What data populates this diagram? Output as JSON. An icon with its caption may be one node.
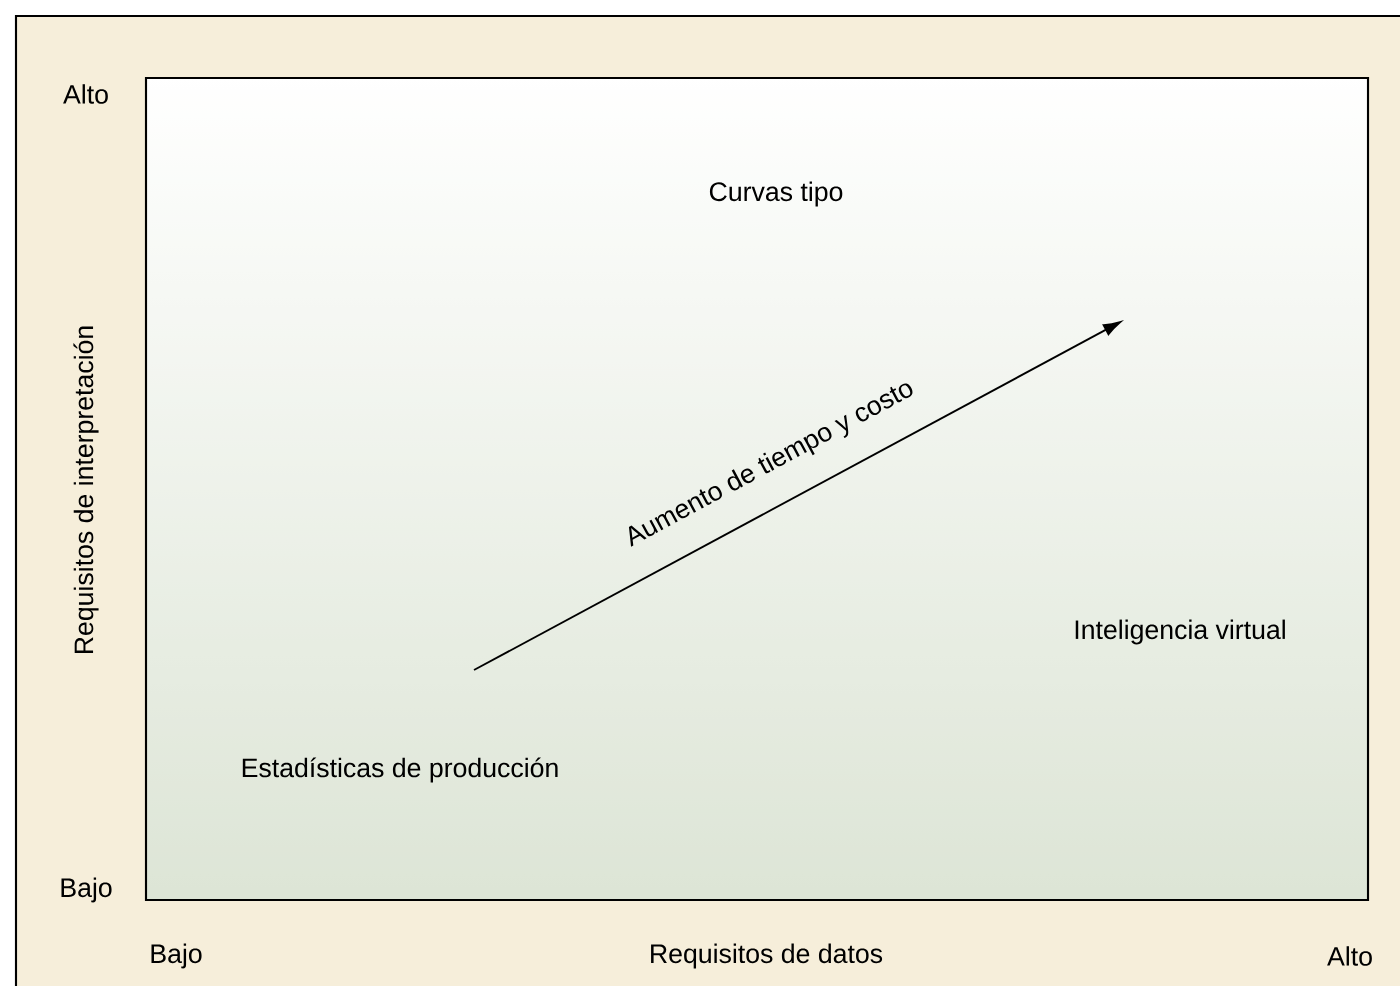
{
  "diagram": {
    "labels": [
      "Alto",
      "Curvas tipo",
      "Requisitos de interpretación",
      "Aumento de tiempo y costo",
      "Inteligencia virtual",
      "Estadísticas de producción",
      "Bajo",
      "Bajo",
      "Requisitos de datos",
      "Alto"
    ]
  }
}
